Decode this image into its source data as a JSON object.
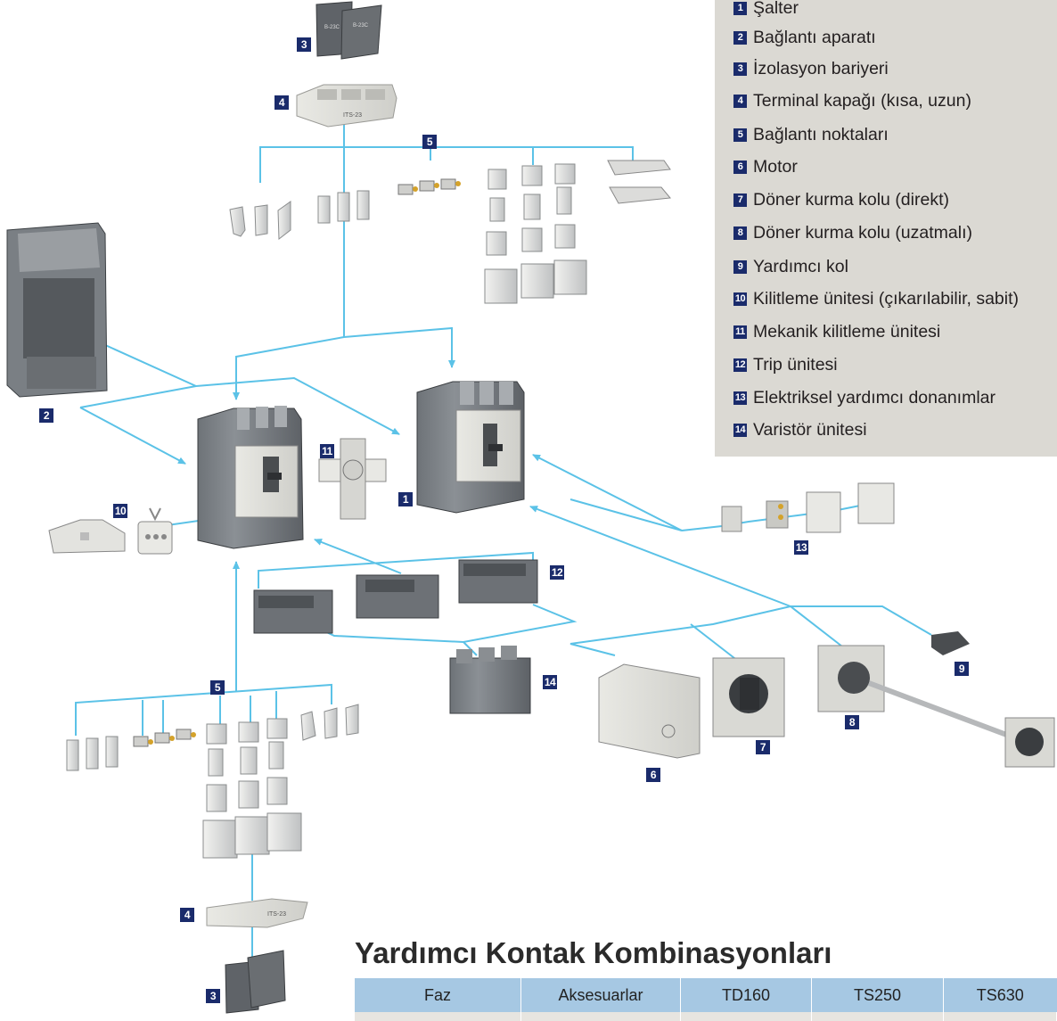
{
  "legend": [
    {
      "num": "1",
      "label": "Şalter"
    },
    {
      "num": "2",
      "label": "Bağlantı aparatı"
    },
    {
      "num": "3",
      "label": "İzolasyon bariyeri"
    },
    {
      "num": "4",
      "label": "Terminal kapağı (kısa, uzun)"
    },
    {
      "num": "5",
      "label": "Bağlantı noktaları"
    },
    {
      "num": "6",
      "label": "Motor"
    },
    {
      "num": "7",
      "label": "Döner kurma kolu (direkt)"
    },
    {
      "num": "8",
      "label": "Döner kurma kolu (uzatmalı)"
    },
    {
      "num": "9",
      "label": "Yardımcı kol"
    },
    {
      "num": "10",
      "label": "Kilitleme ünitesi (çıkarılabilir, sabit)"
    },
    {
      "num": "11",
      "label": "Mekanik kilitleme ünitesi"
    },
    {
      "num": "12",
      "label": "Trip ünitesi"
    },
    {
      "num": "13",
      "label": "Elektriksel yardımcı donanımlar"
    },
    {
      "num": "14",
      "label": "Varistör ünitesi"
    }
  ],
  "diagram_badges": {
    "b3_top": "3",
    "b4_top": "4",
    "b5_top": "5",
    "b2": "2",
    "b1": "1",
    "b11": "11",
    "b10": "10",
    "b12": "12",
    "b13": "13",
    "b14": "14",
    "b9": "9",
    "b5_bottom": "5",
    "b6": "6",
    "b7": "7",
    "b8": "8",
    "b4_bottom": "4",
    "b3_bottom": "3"
  },
  "product_labels": {
    "terminal_cover_top": "ITS-23",
    "terminal_cover_bottom": "ITS-23"
  },
  "section": {
    "title": "Yardımcı Kontak Kombinasyonları",
    "table_headers": [
      "Faz",
      "Aksesuarlar",
      "TD160",
      "TS250",
      "TS630"
    ]
  },
  "colors": {
    "connector_line": "#5bc2e7",
    "badge": "#1a2b6b",
    "legend_bg": "#dbd9d3",
    "table_header": "#a6c8e3"
  }
}
